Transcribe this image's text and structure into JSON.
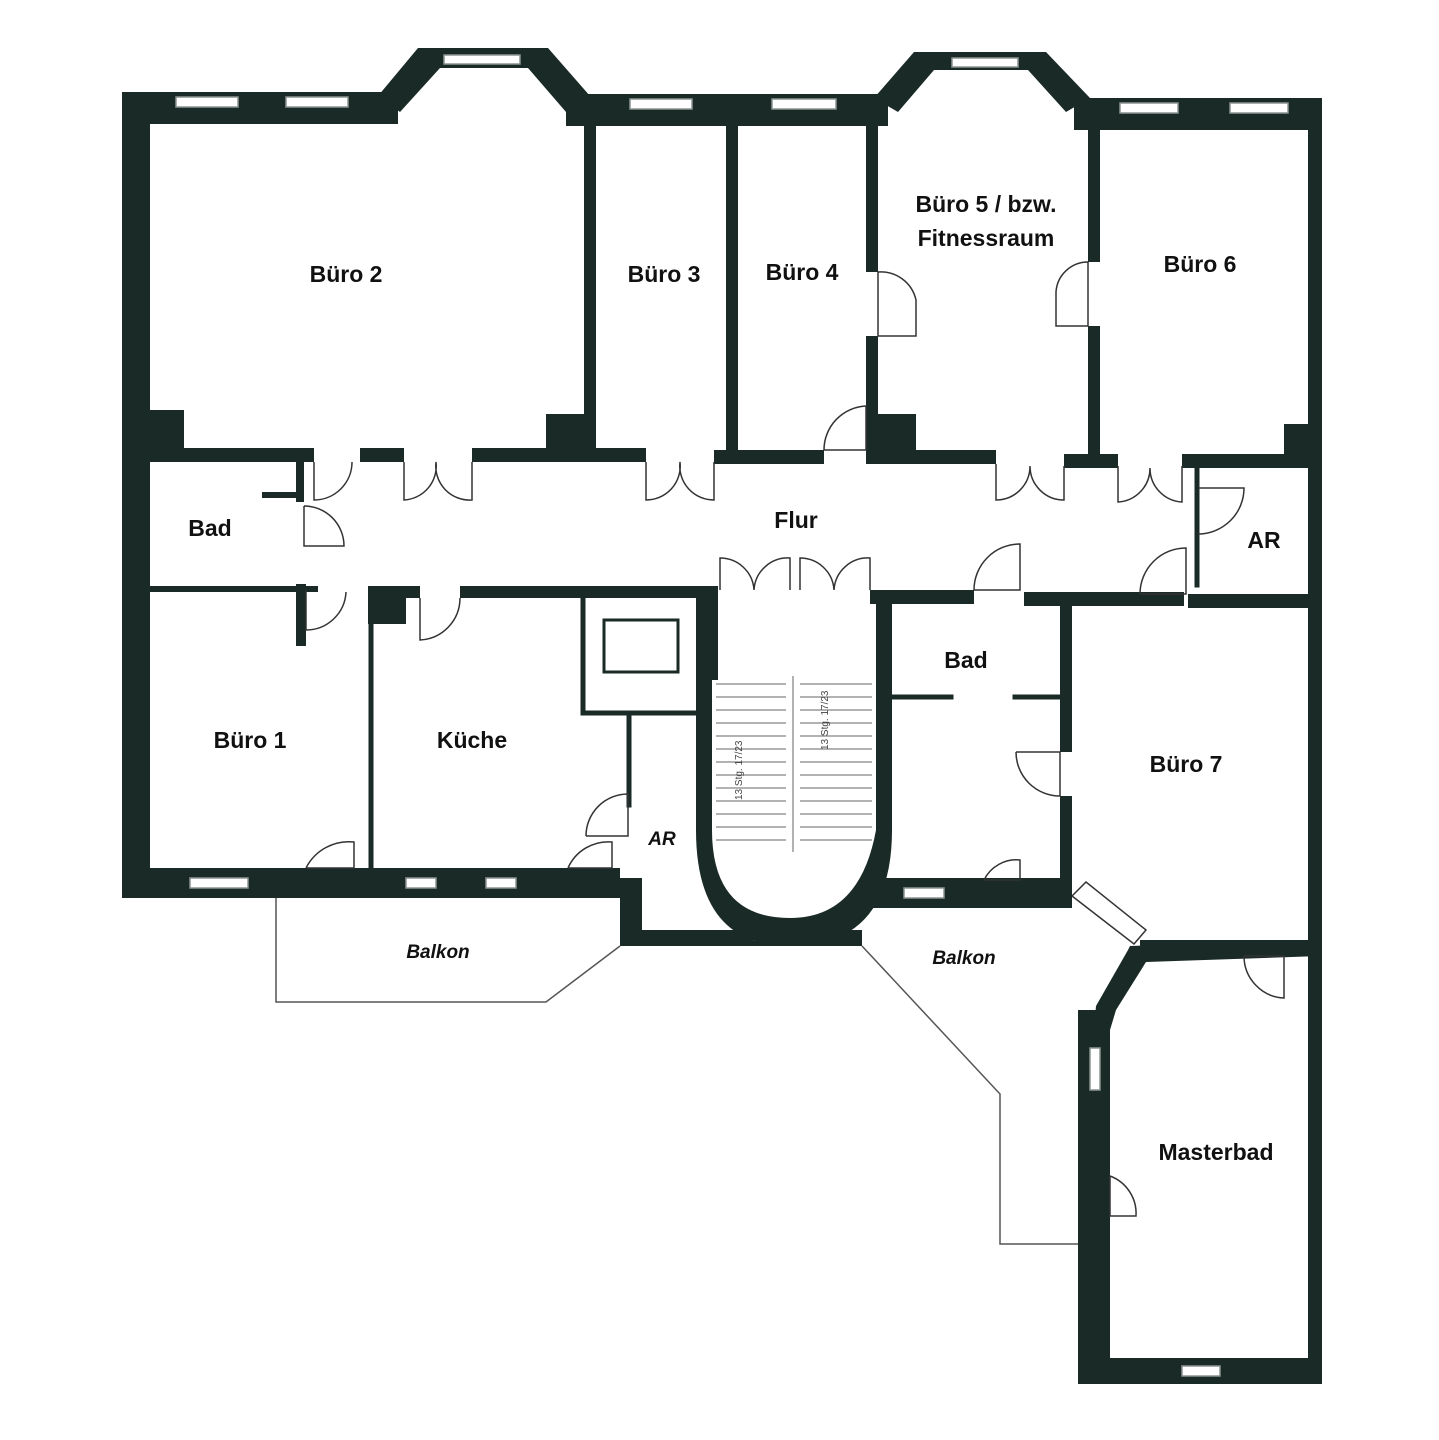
{
  "rooms": {
    "buero2": "Büro 2",
    "buero3": "Büro 3",
    "buero4": "Büro 4",
    "buero5_line1": "Büro 5 / bzw.",
    "buero5_line2": "Fitnessraum",
    "buero6": "Büro 6",
    "bad_left": "Bad",
    "flur": "Flur",
    "ar_right": "AR",
    "bad_center": "Bad",
    "buero1": "Büro 1",
    "kueche": "Küche",
    "ar_center": "AR",
    "buero7": "Büro 7",
    "balkon_left": "Balkon",
    "balkon_right": "Balkon",
    "masterbad": "Masterbad"
  },
  "stairs": {
    "flight_left": "13 Stg. 17/23",
    "flight_right": "13 Stg. 17/23"
  },
  "colors": {
    "wall": "#1a2a26",
    "background": "#ffffff"
  }
}
